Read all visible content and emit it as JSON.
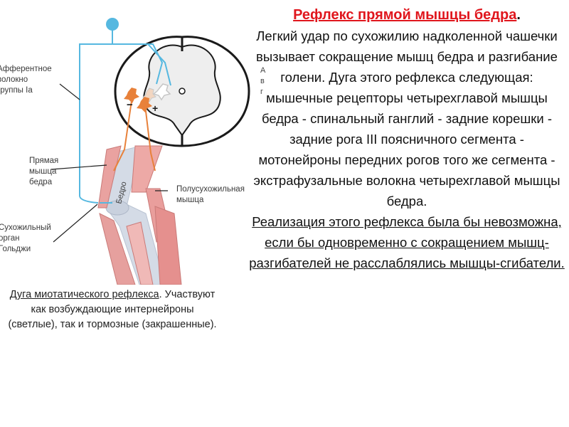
{
  "diagram": {
    "labels": {
      "afferent": [
        "Афферентное",
        "волокно",
        "группы Ia"
      ],
      "rectus": [
        "Прямая",
        "мышца",
        "бедра"
      ],
      "semitendinosus": [
        "Полусухожильная",
        "мышца"
      ],
      "golgi": [
        "Сухожильный",
        "орган",
        "Гольджи"
      ],
      "femur": "Бедро",
      "minus": "−",
      "plus": "+"
    },
    "cut_text": [
      "А",
      "в",
      "г"
    ],
    "colors": {
      "nerve": "#56b8e0",
      "motor": "#e8813a",
      "muscle": "#e9a6a4",
      "bone": "#cfd7e2"
    }
  },
  "caption": {
    "underlined": "Дуга миотатического рефлекса",
    "rest": ". Участвуют как возбуждающие интернейроны (светлые), так и тормозные (закрашенные)."
  },
  "main": {
    "title": "Рефлекс прямой мышцы бедра",
    "title_end": ".",
    "body": "Легкий удар по сухожилию надколенной чашечки вызывает сокращение мышц бедра и разгибание голени. Дуга этого рефлекса следующая: мышечные рецепторы четырехглавой мышцы бедра - спинальный ганглий - задние корешки - задние рога III поясничного сегмента - мотонейроны передних рогов того же сегмента - экстрафузальные волокна четырехглавой мышцы бедра.",
    "note": "Реализация этого рефлекса была бы невозможна, если бы одновременно с сокращением мышц-разгибателей не расслаблялись мышцы-сгибатели."
  }
}
